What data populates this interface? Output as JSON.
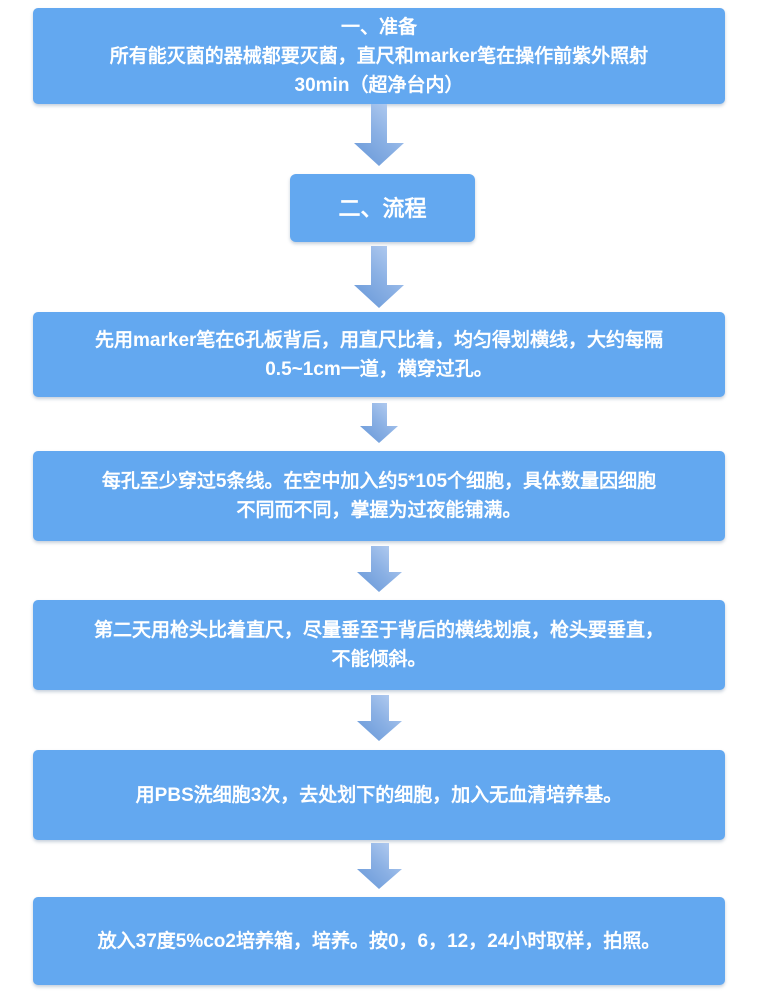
{
  "colors": {
    "box_fill": "#63a8f0",
    "arrow_gradient_light": "#bdd3f3",
    "arrow_gradient_dark": "#6697d8",
    "text": "#ffffff",
    "background": "#ffffff"
  },
  "flow": {
    "steps": [
      {
        "name": "preparation",
        "lines": [
          "一、准备",
          "所有能灭菌的器械都要灭菌，直尺和marker笔在操作前紫外照射",
          "30min（超净台内）"
        ]
      },
      {
        "name": "process-header",
        "lines": [
          "二、流程"
        ]
      },
      {
        "name": "draw-grid-lines",
        "lines": [
          "先用marker笔在6孔板背后，用直尺比着，均匀得划横线，大约每隔",
          "0.5~1cm一道，横穿过孔。"
        ]
      },
      {
        "name": "seed-cells",
        "lines": [
          "每孔至少穿过5条线。在空中加入约5*105个细胞，具体数量因细胞",
          "不同而不同，掌握为过夜能铺满。"
        ]
      },
      {
        "name": "scratch-wound",
        "lines": [
          "第二天用枪头比着直尺，尽量垂至于背后的横线划痕，枪头要垂直，",
          "不能倾斜。"
        ]
      },
      {
        "name": "wash-pbs",
        "lines": [
          "用PBS洗细胞3次，去处划下的细胞，加入无血清培养基。"
        ]
      },
      {
        "name": "incubate-photograph",
        "lines": [
          "放入37度5%co2培养箱，培养。按0，6，12，24小时取样，拍照。"
        ]
      }
    ]
  }
}
